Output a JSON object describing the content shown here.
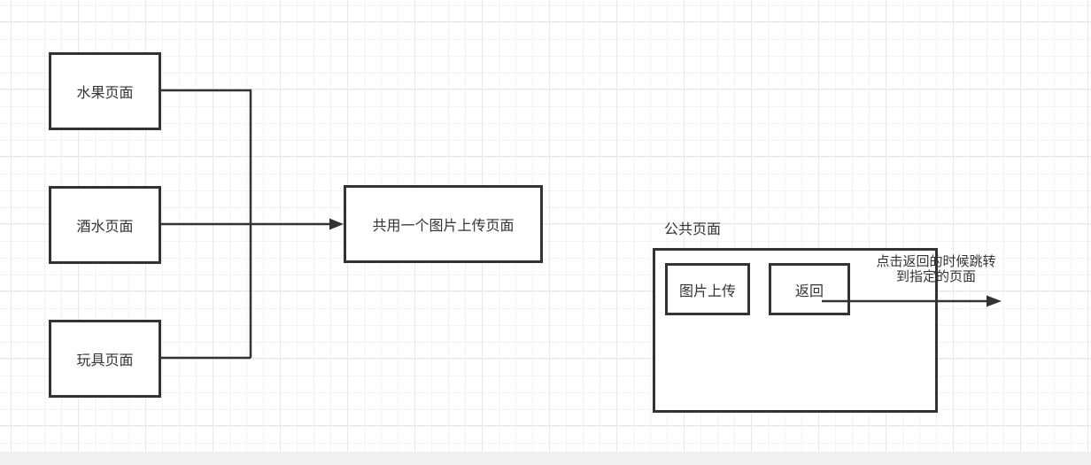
{
  "diagram": {
    "source_pages": [
      {
        "label": "水果页面"
      },
      {
        "label": "酒水页面"
      },
      {
        "label": "玩具页面"
      }
    ],
    "shared_page": {
      "label": "共用一个图片上传页面"
    },
    "public_section": {
      "title": "公共页面",
      "buttons": [
        {
          "label": "图片上传"
        },
        {
          "label": "返回"
        }
      ]
    },
    "annotation": {
      "line1": "点击返回的时候跳转",
      "line2": "到指定的页面"
    }
  },
  "colors": {
    "stroke": "#333333",
    "text": "#333333",
    "shape_fill": "#ffffff",
    "grid_minor": "#f3f3f5",
    "grid_major": "#e9e9ec",
    "canvas_background": "#ffffff",
    "bottom_bar": "#f0f0f0"
  }
}
